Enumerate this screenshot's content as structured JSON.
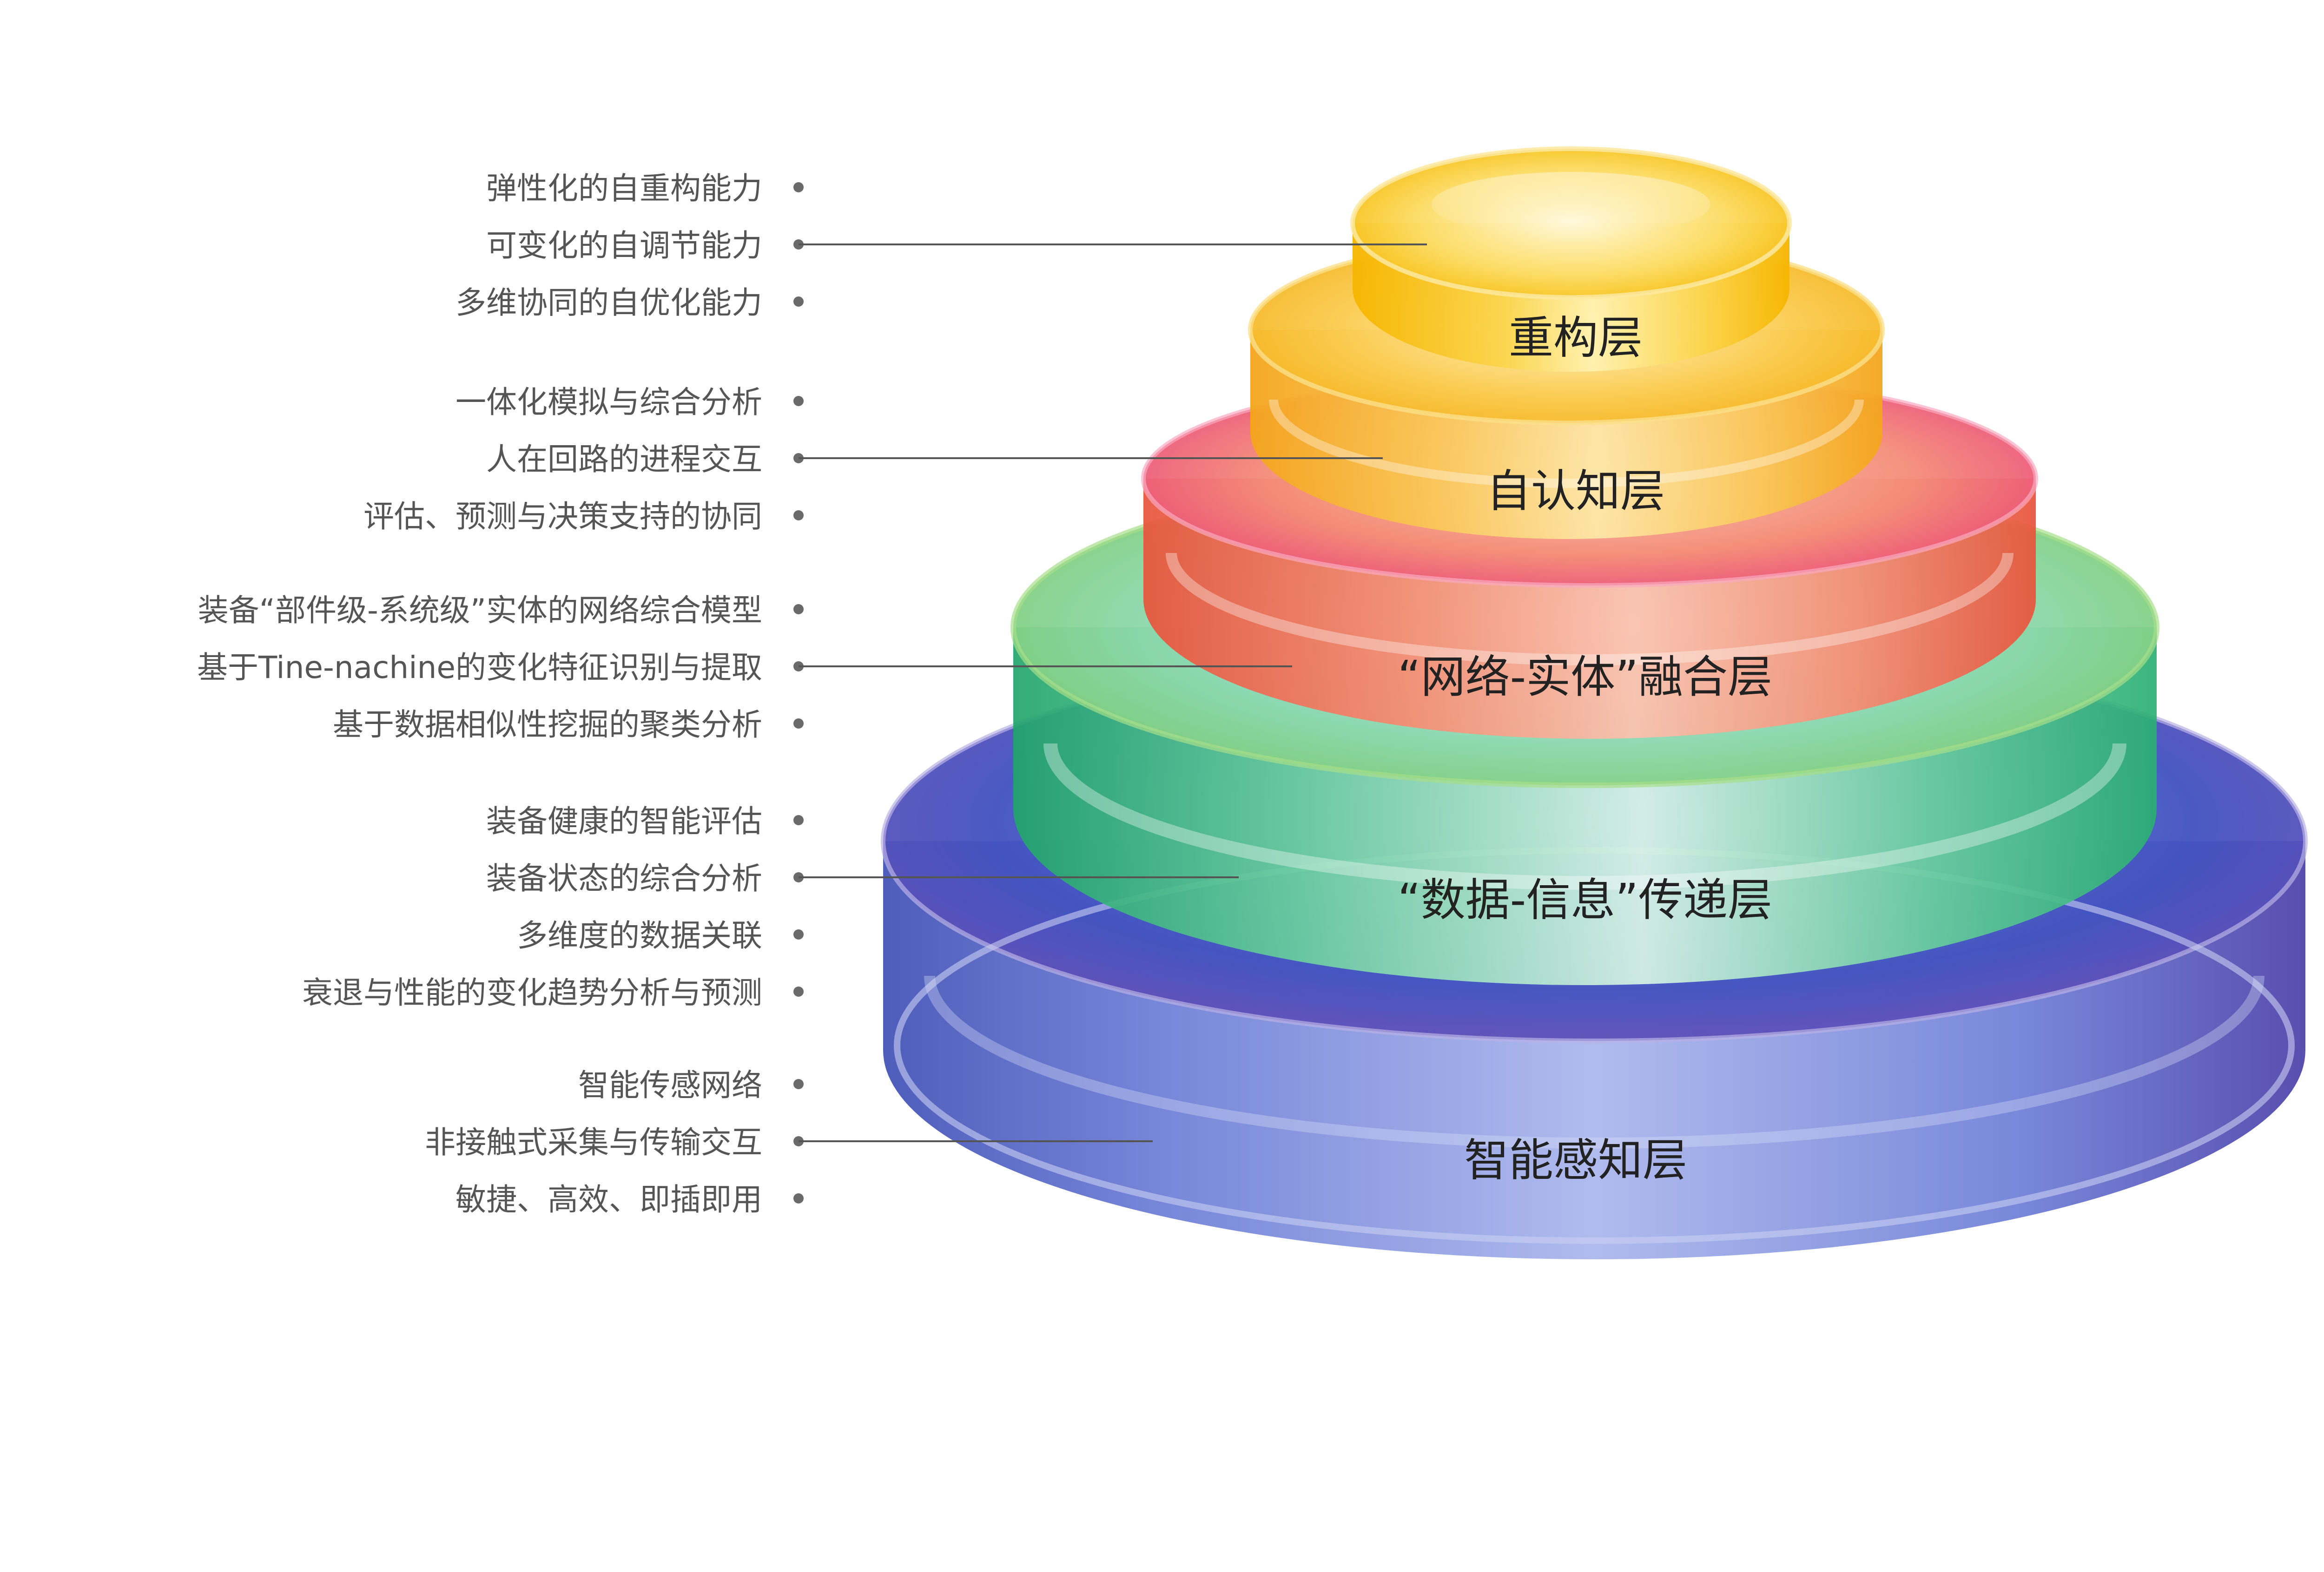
{
  "layers": [
    {
      "key": "reconstruction",
      "name": "重构层",
      "color": "#F7B500",
      "features": [
        "弹性化的自重构能力",
        "可变化的自调节能力",
        "多维协同的自优化能力"
      ]
    },
    {
      "key": "self-cognition",
      "name": "自认知层",
      "color": "#F5A623",
      "features": [
        "一体化模拟与综合分析",
        "人在回路的进程交互",
        "评估、预测与决策支持的协同"
      ]
    },
    {
      "key": "network-entity-fusion",
      "name": "“网络-实体”融合层",
      "color": "#F0705A",
      "features": [
        "装备“部件级-系统级”实体的网络综合模型",
        "基于Tine-nachine的变化特征识别与提取",
        "基于数据相似性挖掘的聚类分析"
      ]
    },
    {
      "key": "data-info-transfer",
      "name": "“数据-信息”传递层",
      "color": "#3FB885",
      "features": [
        "装备健康的智能评估",
        "装备状态的综合分析",
        "多维度的数据关联",
        "衰退与性能的变化趋势分析与预测"
      ]
    },
    {
      "key": "intelligent-perception",
      "name": "智能感知层",
      "color": "#6A7BD0",
      "features": [
        "智能传感网络",
        "非接触式采集与传输交互",
        "敏捷、高效、即插即用"
      ]
    }
  ]
}
